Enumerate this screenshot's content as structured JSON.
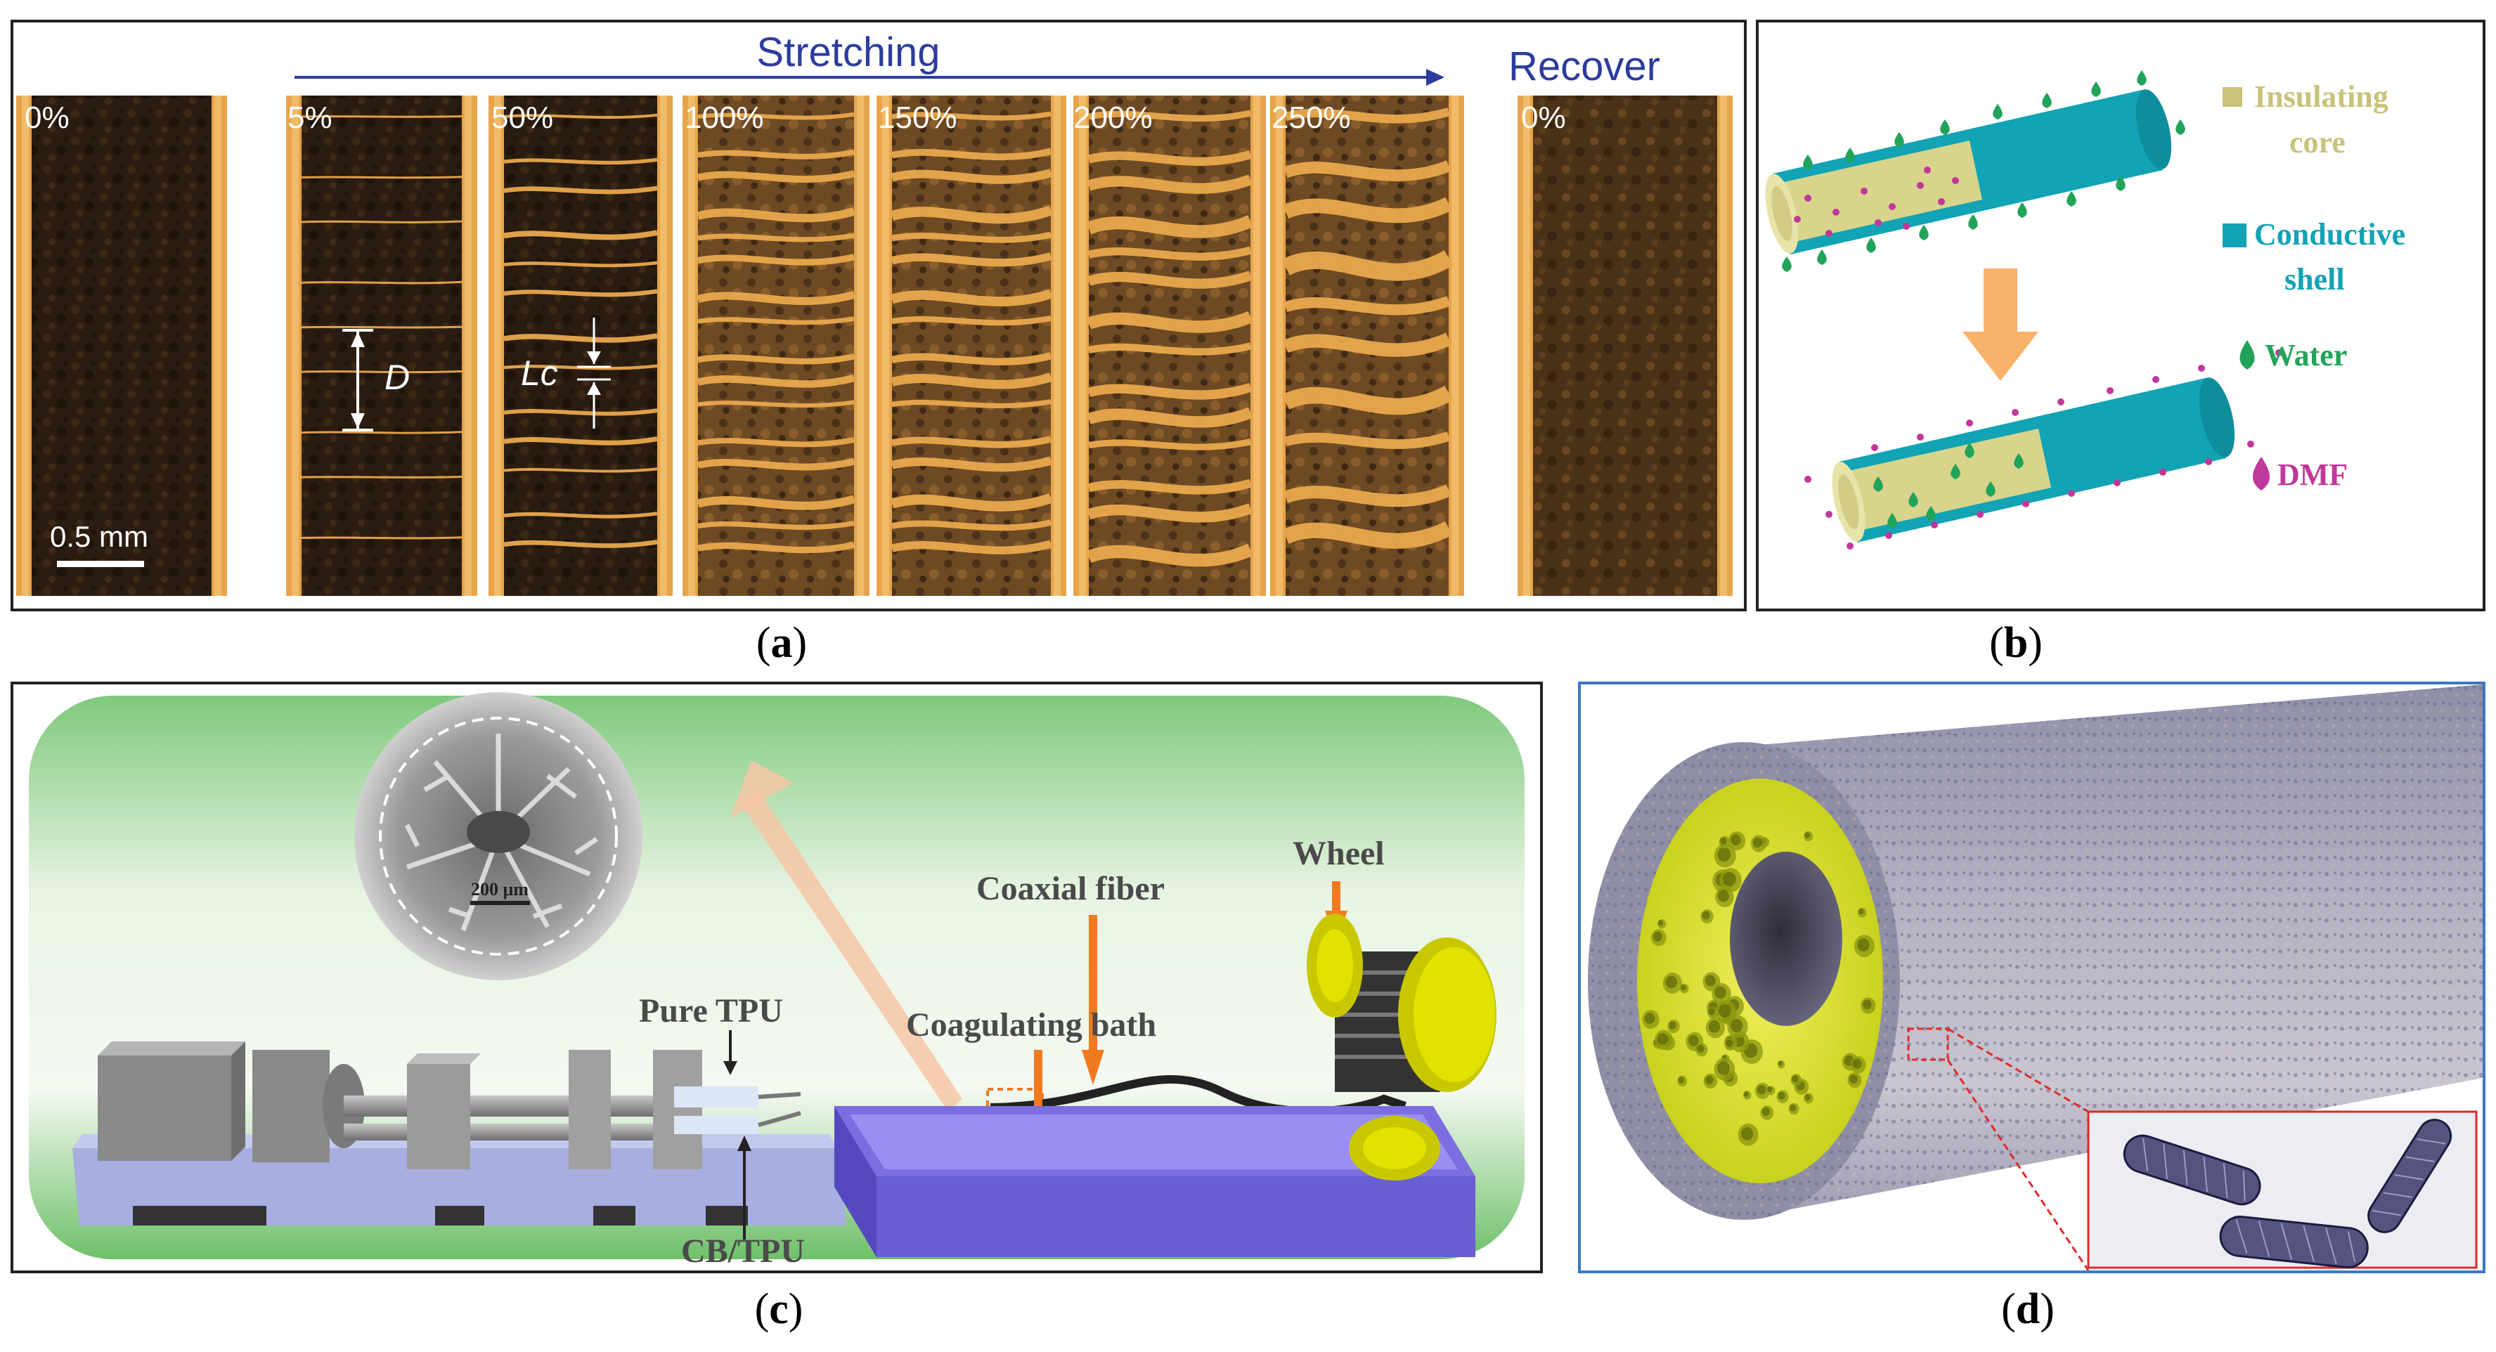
{
  "panel_a": {
    "stretching_label": "Stretching",
    "recover_label": "Recover",
    "strains": [
      "0%",
      "5%",
      "50%",
      "100%",
      "150%",
      "200%",
      "250%"
    ],
    "recover_strain": "0%",
    "d_label": "D",
    "lc_label": "Lc",
    "scale_label": "0.5 mm",
    "caption": "a"
  },
  "panel_b": {
    "legend": [
      {
        "line1": "Insulating",
        "line2": "core",
        "color": "#c9c27a"
      },
      {
        "line1": "Conductive",
        "line2": "shell",
        "color": "#12a3b4"
      },
      {
        "line1": "Water",
        "line2": "",
        "color": "#22a35a"
      },
      {
        "line1": "DMF",
        "line2": "",
        "color": "#c0389a"
      }
    ],
    "caption": "b"
  },
  "panel_c": {
    "sem_scale": "200 μm",
    "coaxial_fiber": "Coaxial fiber",
    "wheel": "Wheel",
    "pure_tpu": "Pure TPU",
    "coagulating_bath": "Coagulating bath",
    "cb_tpu": "CB/TPU",
    "caption": "c"
  },
  "panel_d": {
    "caption": "d"
  }
}
